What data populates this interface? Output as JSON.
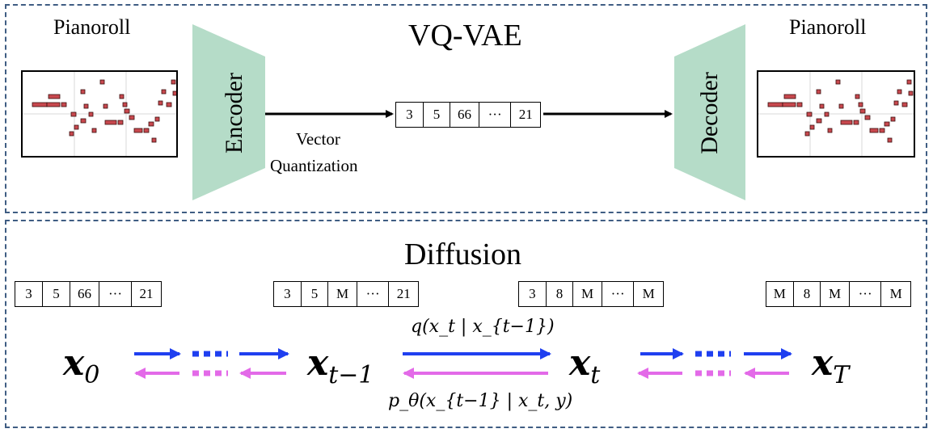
{
  "vqvae": {
    "title": "VQ-VAE",
    "left_label": "Pianoroll",
    "right_label": "Pianoroll",
    "encoder_label": "Encoder",
    "decoder_label": "Decoder",
    "vq_label_line1": "Vector",
    "vq_label_line2": "Quantization",
    "latent_sequence": [
      "3",
      "5",
      "66",
      "···",
      "21"
    ],
    "encoder_color": "#b5dcc8"
  },
  "diffusion": {
    "title": "Diffusion",
    "sequences": [
      [
        "3",
        "5",
        "66",
        "···",
        "21"
      ],
      [
        "3",
        "5",
        "M",
        "···",
        "21"
      ],
      [
        "3",
        "8",
        "M",
        "···",
        "M"
      ],
      [
        "M",
        "8",
        "M",
        "···",
        "M"
      ]
    ],
    "states": {
      "x0": {
        "base": "x",
        "sub": "0"
      },
      "xt_minus_1": {
        "base": "x",
        "sub": "t−1"
      },
      "xt": {
        "base": "x",
        "sub": "t"
      },
      "xT": {
        "base": "x",
        "sub": "T"
      }
    },
    "forward_formula": "q(x_t | x_{t−1})",
    "reverse_formula": "p_θ(x_{t−1} | x_t, y)",
    "forward_color": "#1f3ff0",
    "reverse_color": "#e36ae8"
  }
}
